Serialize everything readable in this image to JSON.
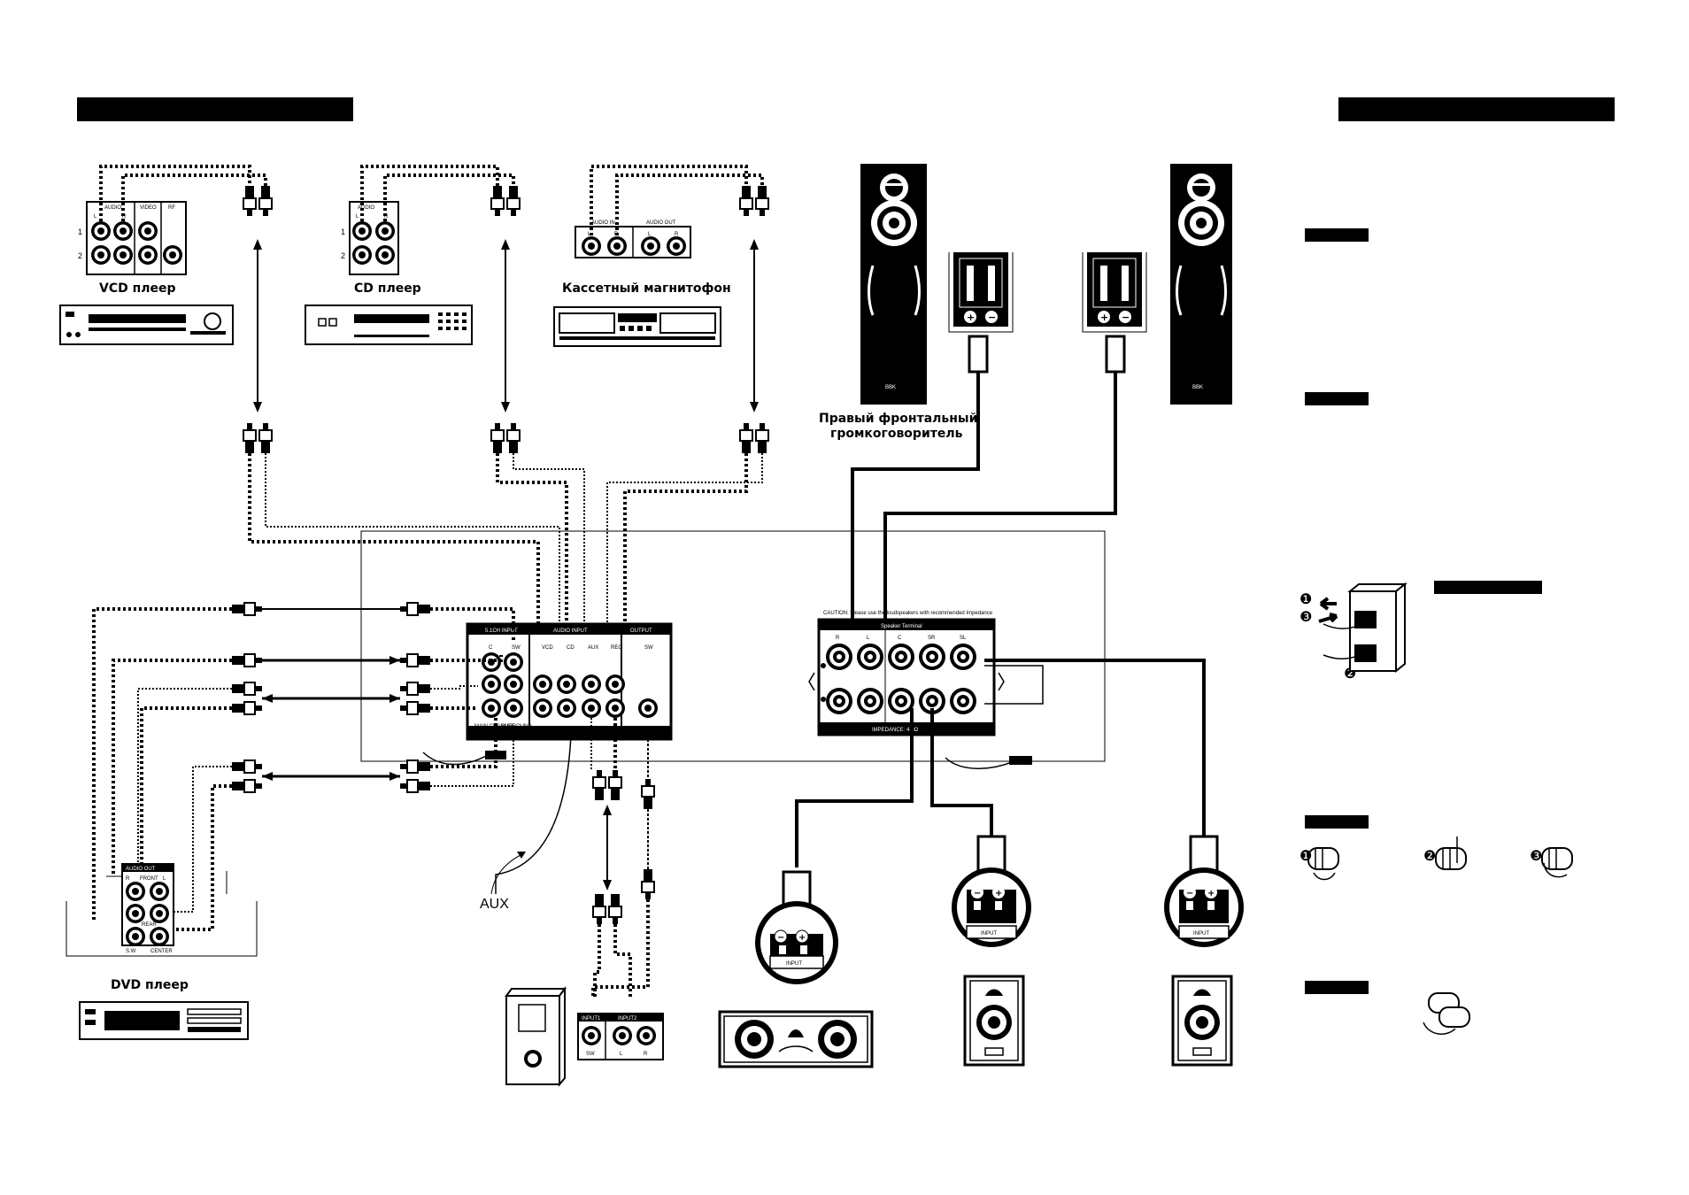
{
  "devices": {
    "vcd": {
      "label": "VCD плеер",
      "audio": "AUDIO",
      "video": "VIDEO",
      "rf": "RF",
      "l": "L",
      "r": "R",
      "row1": "1",
      "row2": "2"
    },
    "cd": {
      "label": "CD плеер",
      "audio": "AUDIO",
      "l": "L",
      "r": "R",
      "row1": "1",
      "row2": "2"
    },
    "cassette": {
      "label": "Кассетный магнитофон",
      "audio_in": "AUDIO IN",
      "audio_out": "AUDIO OUT",
      "l": "L",
      "r": "R"
    },
    "dvd": {
      "label": "DVD плеер",
      "audio_out": "AUDIO OUT",
      "front": "FRONT",
      "r": "R",
      "l": "L",
      "sw": "S.W",
      "center": "CENTER",
      "rear": "REAR"
    }
  },
  "speakers": {
    "front_right_label_line1": "Правый фронтальный",
    "front_right_label_line2": "громкоговоритель",
    "brand": "BBK",
    "input": "INPUT",
    "plus": "+",
    "minus": "−"
  },
  "amp_panel": {
    "in51": "5.1CH INPUT",
    "audio_input": "AUDIO INPUT",
    "output": "OUTPUT",
    "c": "C",
    "sw": "SW",
    "vcd": "VCD",
    "cd": "CD",
    "aux": "AUX",
    "rec": "REC",
    "out_sw": "SW",
    "main_channel": "MAIN CHANNEL",
    "surround": "SURROUND"
  },
  "speaker_panel": {
    "caution": "CAUTION: Please use the loudspeakers with recommended Impedance",
    "title": "Speaker Terminal",
    "labels": [
      "R",
      "L",
      "C",
      "SR",
      "SL"
    ],
    "impedance": "IMPEDANCE: 4-8Ω"
  },
  "subwoofer_panel": {
    "input1": "INPUT1",
    "input2": "INPUT2",
    "sw": "SW",
    "l": "L",
    "r": "R"
  },
  "aux_label": "AUX",
  "steps": {
    "n1": "❶",
    "n2": "❷",
    "n3": "❸"
  }
}
